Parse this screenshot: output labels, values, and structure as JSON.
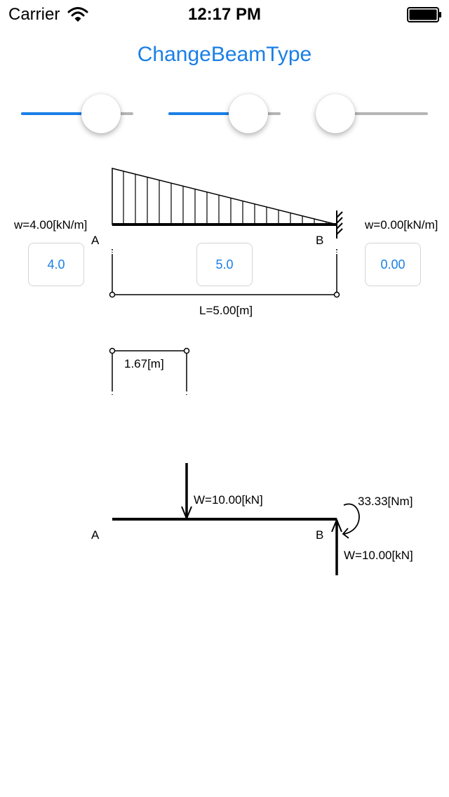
{
  "status_bar": {
    "carrier": "Carrier",
    "time": "12:17 PM",
    "icons": [
      "wifi-icon",
      "battery-icon"
    ]
  },
  "title_button": "ChangeBeamType",
  "sliders": [
    {
      "name": "left-load",
      "fraction": 0.83
    },
    {
      "name": "span-length",
      "fraction": 0.83
    },
    {
      "name": "right-load",
      "fraction": 0.0
    }
  ],
  "beam": {
    "w_left_label": "w=4.00[kN/m]",
    "w_right_label": "w=0.00[kN/m]",
    "node_a": "A",
    "node_b": "B",
    "length_label": "L=5.00[m]",
    "centroid_label": "1.67[m]"
  },
  "inputs": {
    "left_load": "4.0",
    "span_length": "5.0",
    "right_load": "0.00"
  },
  "reactions": {
    "node_a": "A",
    "node_b": "B",
    "load_label": "W=10.00[kN]",
    "moment_label": "33.33[Nm]",
    "reaction_label": "W=10.00[kN]"
  },
  "colors": {
    "accent": "#1a7fe6",
    "track_inactive": "#b5b5b5",
    "field_border": "#d4d4d4"
  }
}
